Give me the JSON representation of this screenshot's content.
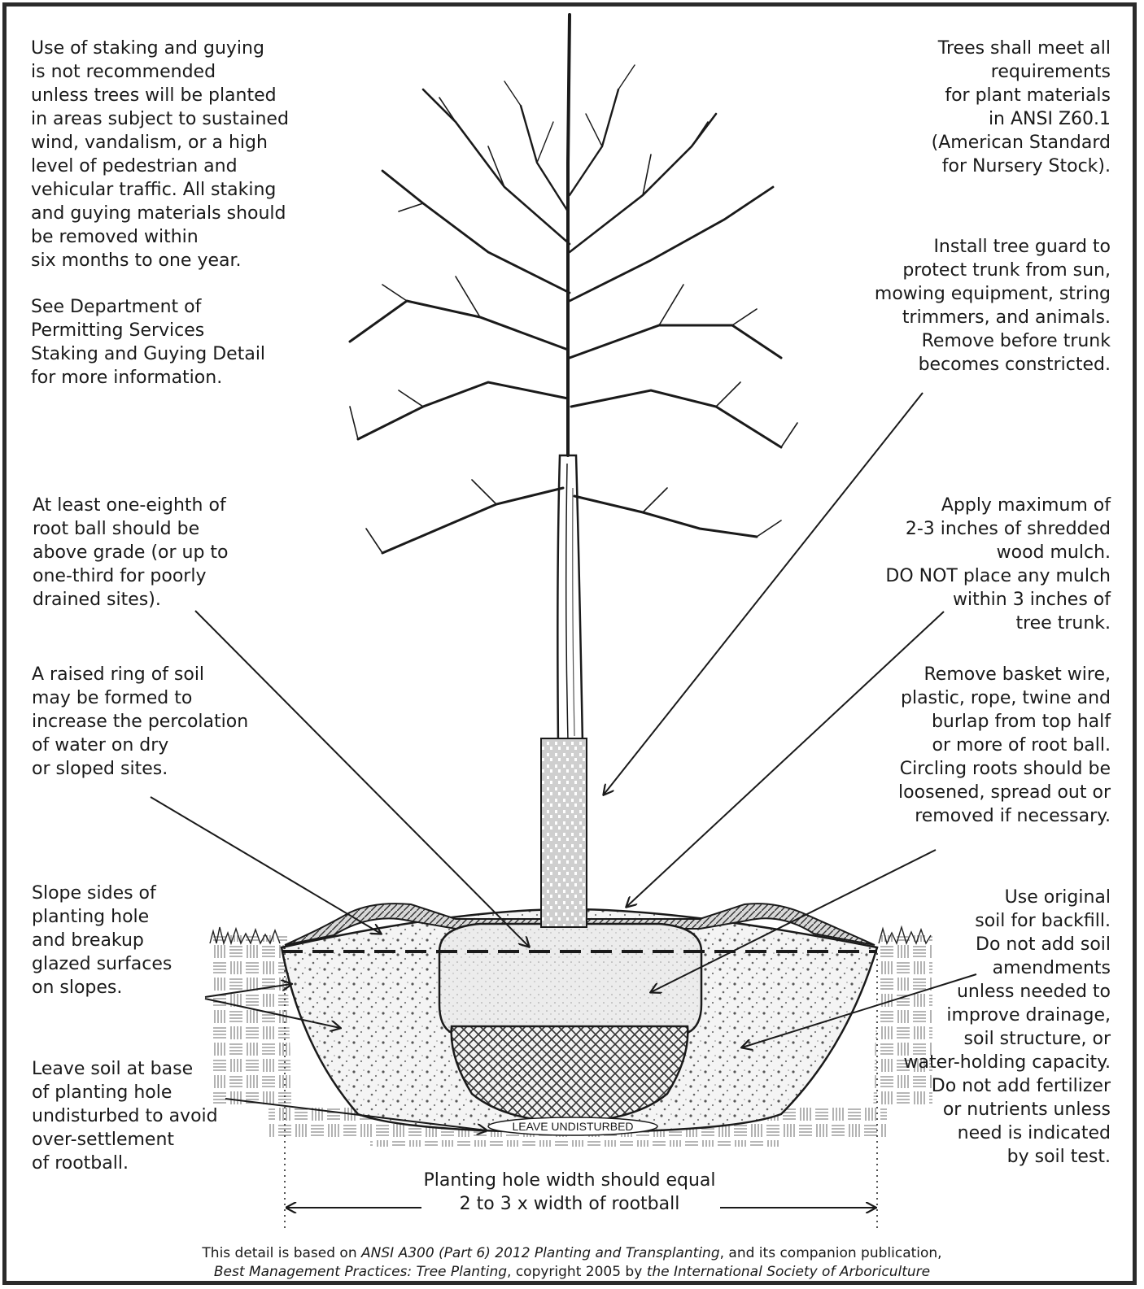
{
  "notes": {
    "staking": "Use of staking and guying\nis not recommended\nunless trees will be planted\nin areas subject to sustained\nwind, vandalism, or a high\nlevel of pedestrian and\nvehicular traffic. All staking\nand guying materials should\nbe removed within\nsix months to one year.",
    "see_department": "See Department of\nPermitting Services\nStaking and Guying Detail\nfor more information.",
    "root_ball_above_grade": "At least one-eighth of\nroot ball should be\nabove grade (or up to\none-third for poorly\ndrained sites).",
    "raised_ring": "A raised ring of soil\nmay be formed to\nincrease the percolation\nof water on dry\nor sloped sites.",
    "slope_sides": "Slope sides of\nplanting hole\nand breakup\nglazed surfaces\non slopes.",
    "leave_soil": "Leave soil at base\nof planting hole\nundisturbed to avoid\nover-settlement\nof rootball.",
    "ansi": "Trees shall meet all\nrequirements\nfor plant materials\nin ANSI Z60.1\n(American Standard\nfor Nursery Stock).",
    "tree_guard": "Install tree guard to\nprotect trunk from sun,\nmowing equipment, string\ntrimmers, and animals.\nRemove before trunk\nbecomes constricted.",
    "mulch": "Apply maximum of\n2-3 inches of shredded\nwood mulch.\nDO NOT place any mulch\nwithin 3 inches of\ntree trunk.",
    "basket_wire": "Remove basket wire,\nplastic, rope, twine and\nburlap from top half\nor more of root ball.\nCircling roots should be\nloosened, spread out or\nremoved if necessary.",
    "backfill": "Use original\nsoil for backfill.\nDo not add soil\namendments\nunless needed to\nimprove drainage,\nsoil structure, or\nwater-holding capacity.\nDo not add fertilizer\nor nutrients unless\nneed is indicated\nby soil test."
  },
  "hole_width_note": "Planting hole width should equal\n2 to 3 x width of rootball",
  "leave_undisturbed_label": "LEAVE UNDISTURBED",
  "citation": {
    "line1_prefix": "This detail is based on ",
    "line1_title": "ANSI A300 (Part 6) 2012 Planting and Transplanting",
    "line1_suffix": ", and its companion publication,",
    "line2_title": "Best Management Practices: Tree Planting",
    "line2_middle": ", copyright 2005 by ",
    "line2_org": "the International Society of Arboriculture"
  },
  "colors": {
    "ink": "#1a1a1a",
    "soil_fill": "#e9e9e9",
    "frame": "#2b2b2b"
  }
}
